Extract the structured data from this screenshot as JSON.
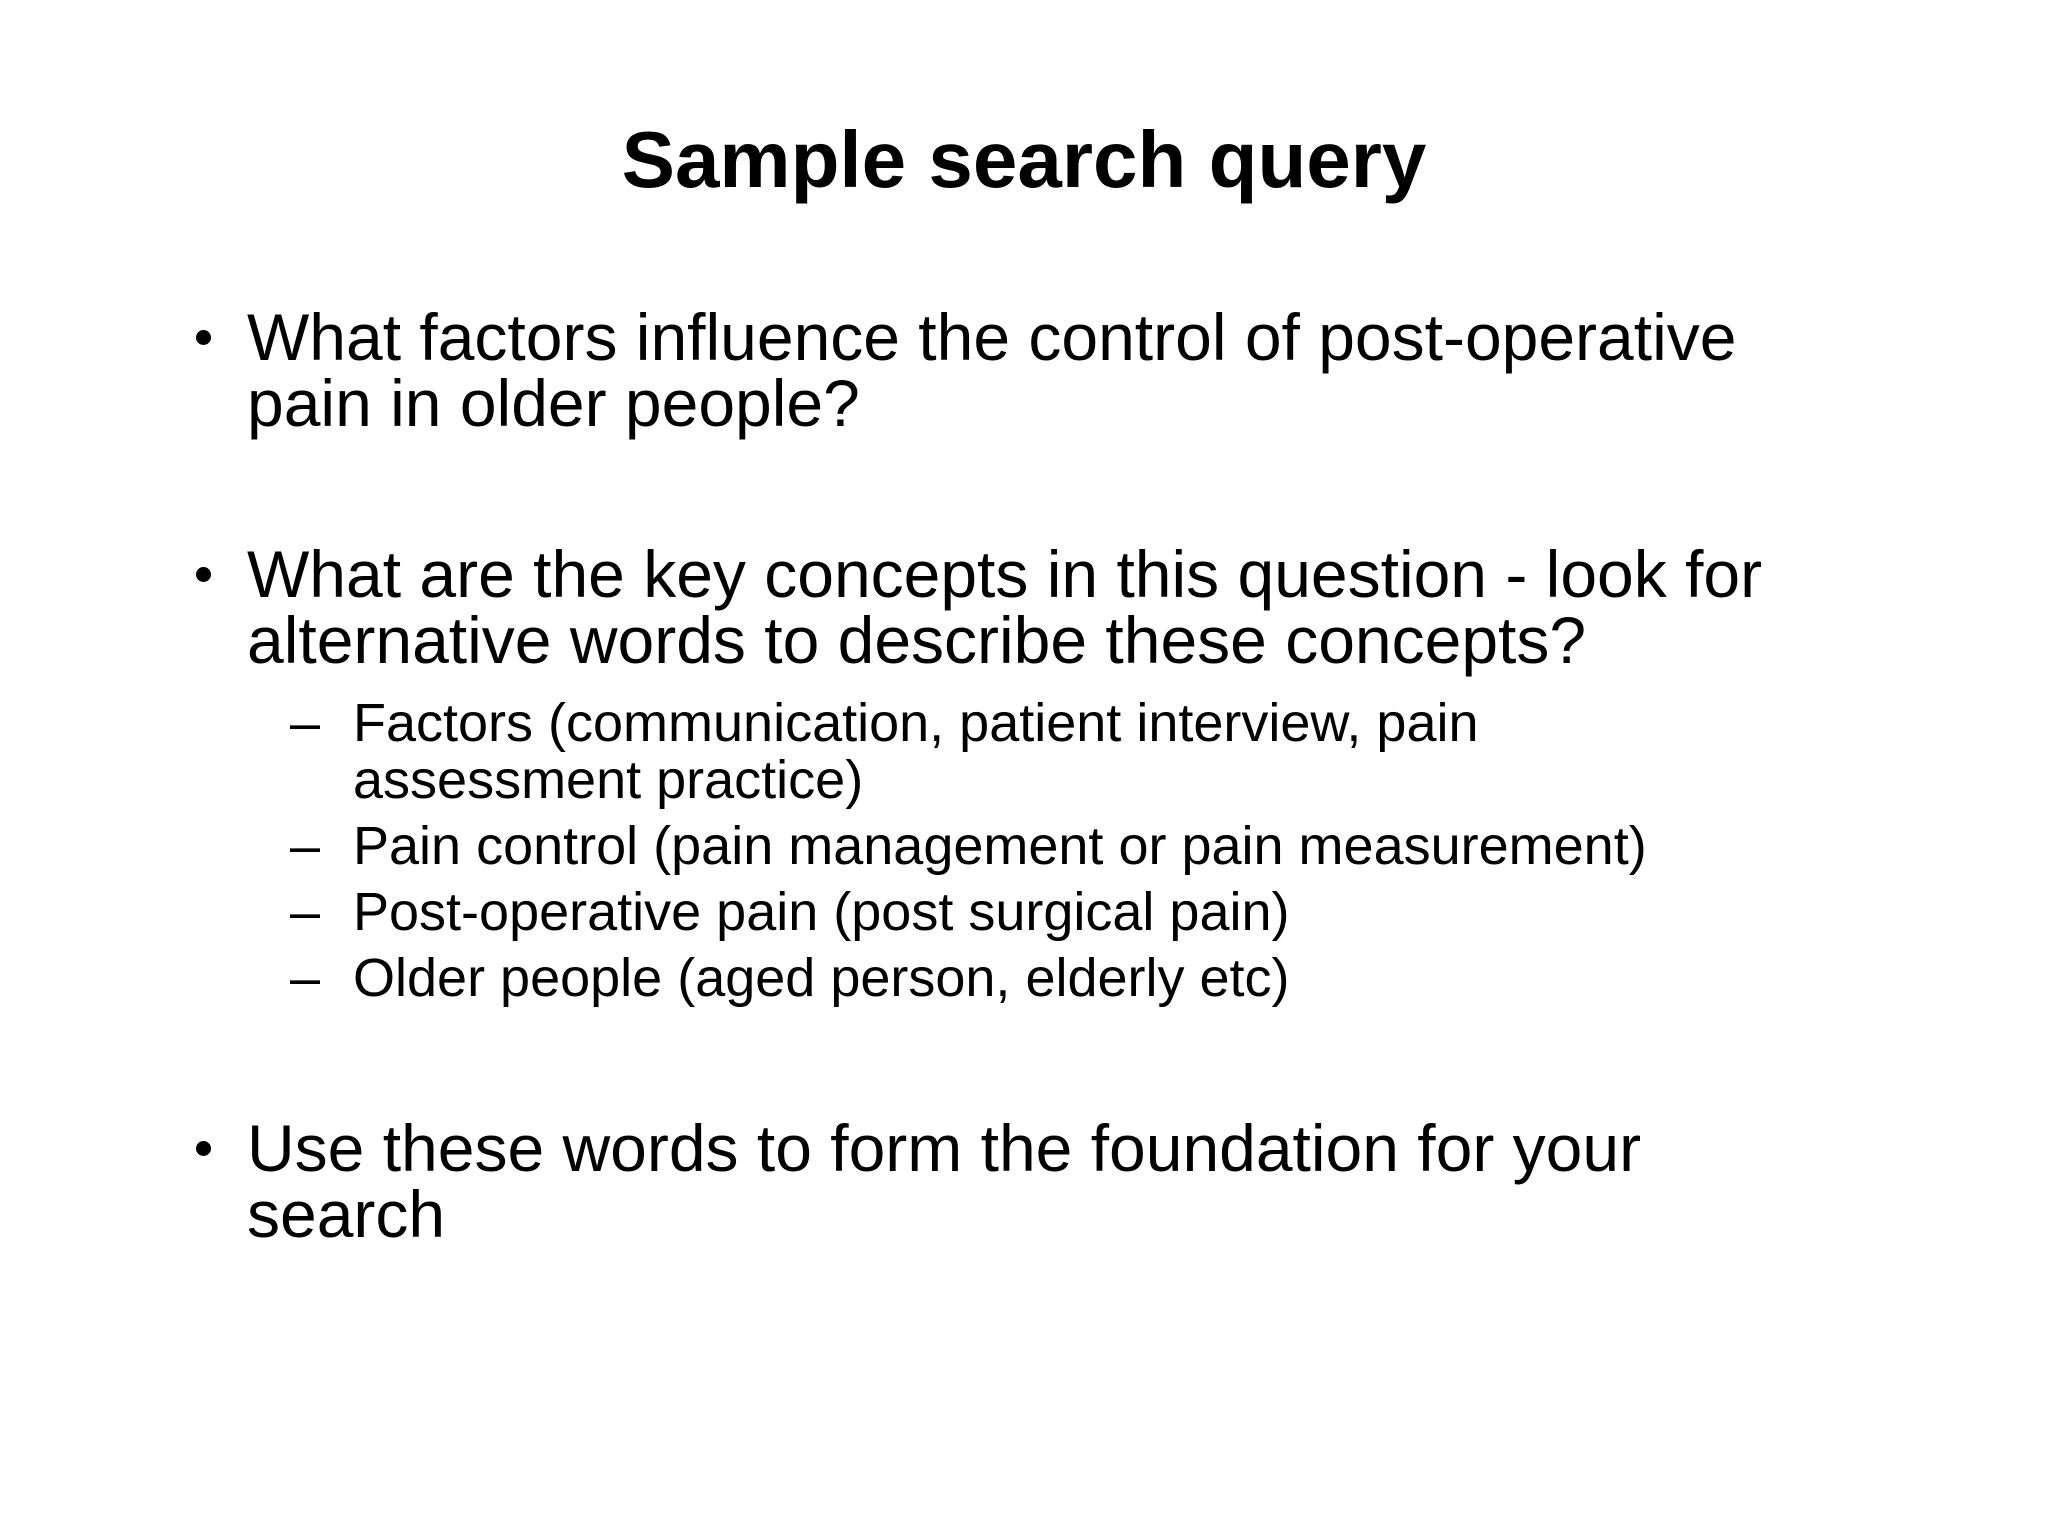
{
  "slide": {
    "title": "Sample search query",
    "bullet_style": {
      "level1": "disc",
      "level2": "–"
    },
    "bullets": [
      {
        "text": "What factors influence the control of post-operative pain in older people?",
        "sub": []
      },
      {
        "text": "What are the key concepts in this question - look for alternative words to describe these concepts?",
        "sub": [
          "Factors (communication, patient interview, pain assessment practice)",
          "Pain control (pain management or pain measurement)",
          "Post-operative pain (post surgical pain)",
          "Older people (aged person, elderly etc)"
        ]
      },
      {
        "text": "Use these words to form the foundation for your search",
        "sub": []
      }
    ]
  }
}
